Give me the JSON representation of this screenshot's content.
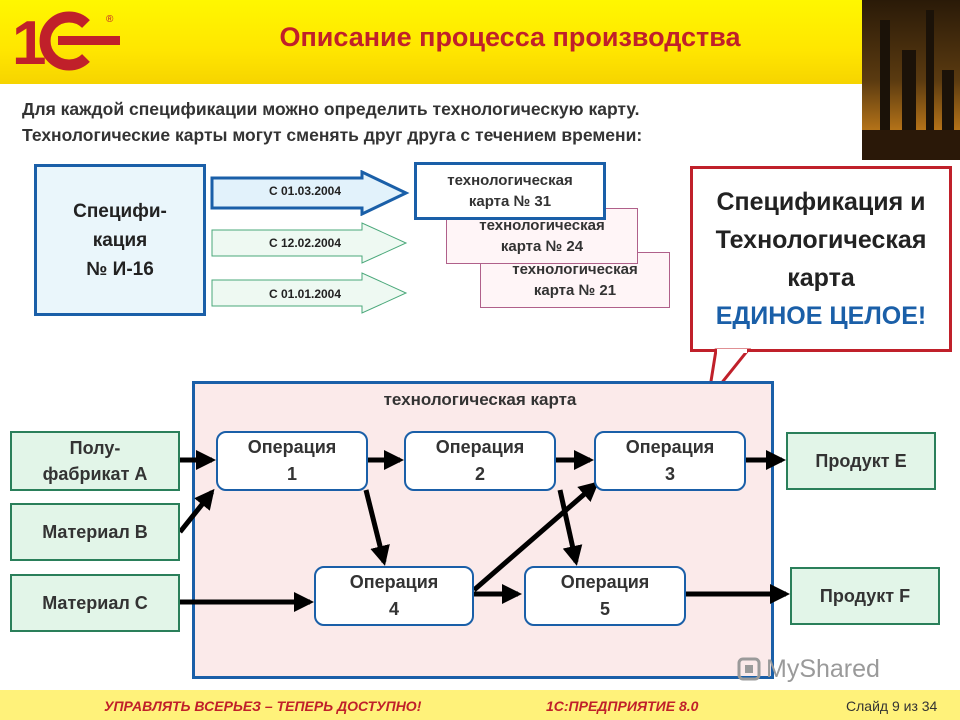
{
  "header": {
    "title": "Описание процесса производства",
    "logo_text": "1С"
  },
  "intro": {
    "line1": "Для каждой спецификации можно определить технологическую карту.",
    "line2": "Технологические карты могут сменять друг друга с течением времени:"
  },
  "spec": {
    "line1": "Специфи-",
    "line2": "кация",
    "line3": "№ И-16"
  },
  "date_arrows": [
    {
      "label": "С 01.03.2004"
    },
    {
      "label": "С 12.02.2004"
    },
    {
      "label": "С 01.01.2004"
    }
  ],
  "tech_cards": [
    {
      "line1": "технологическая",
      "line2": "карта № 31"
    },
    {
      "line1": "технологическая",
      "line2": "карта № 24"
    },
    {
      "line1": "технологическая",
      "line2": "карта № 21"
    }
  ],
  "callout": {
    "line1": "Спецификация и",
    "line2": "Технологическая",
    "line3": "карта",
    "line4": "ЕДИНОЕ ЦЕЛОЕ!"
  },
  "techmap": {
    "label": "технологическая карта"
  },
  "inputs": {
    "a_line1": "Полу-",
    "a_line2": "фабрикат А",
    "b": "Материал В",
    "c": "Материал С"
  },
  "operations": [
    {
      "line1": "Операция",
      "line2": "1"
    },
    {
      "line1": "Операция",
      "line2": "2"
    },
    {
      "line1": "Операция",
      "line2": "3"
    },
    {
      "line1": "Операция",
      "line2": "4"
    },
    {
      "line1": "Операция",
      "line2": "5"
    }
  ],
  "outputs": {
    "e": "Продукт E",
    "f": "Продукт F"
  },
  "footer": {
    "slogan": "УПРАВЛЯТЬ ВСЕРЬЕЗ – ТЕПЕРЬ ДОСТУПНО!",
    "product": "1С:ПРЕДПРИЯТИЕ 8.0",
    "slide": "Слайд 9 из 34"
  },
  "watermark": "MyShared",
  "colors": {
    "title_red": "#c0202a",
    "frame_blue": "#1a5fa8",
    "header_yellow": "#ffe600",
    "green_border": "#2a7f5a"
  }
}
